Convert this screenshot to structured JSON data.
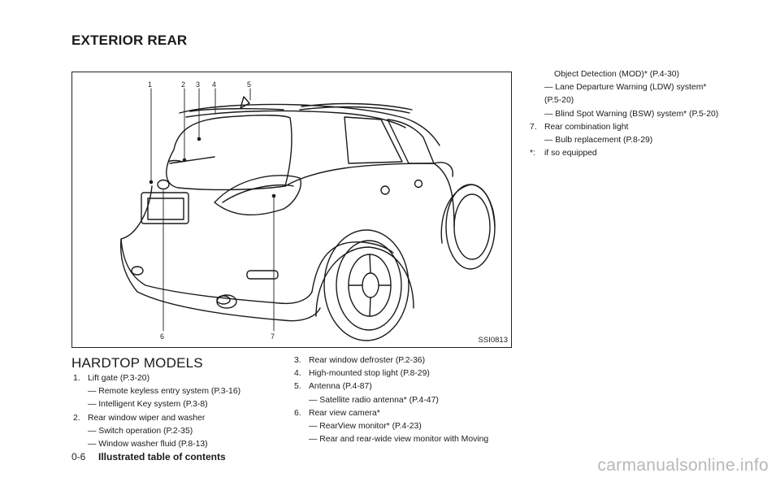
{
  "section_title": "EXTERIOR REAR",
  "figure": {
    "callouts": [
      "1",
      "2",
      "3",
      "4",
      "5",
      "6",
      "7"
    ],
    "code": "SSI0813"
  },
  "subheading": "HARDTOP MODELS",
  "column1": [
    {
      "num": "1.",
      "text": "Lift gate (P.3-20)",
      "subs": [
        "— Remote keyless entry system (P.3-16)",
        "— Intelligent Key system (P.3-8)"
      ]
    },
    {
      "num": "2.",
      "text": "Rear window wiper and washer",
      "subs": [
        "— Switch operation (P.2-35)",
        "— Window washer fluid (P.8-13)"
      ]
    }
  ],
  "column2": [
    {
      "num": "3.",
      "text": "Rear window defroster (P.2-36)"
    },
    {
      "num": "4.",
      "text": "High-mounted stop light (P.8-29)"
    },
    {
      "num": "5.",
      "text": "Antenna (P.4-87)"
    },
    {
      "sub": "— Satellite radio antenna* (P.4-47)"
    },
    {
      "num": "6.",
      "text": "Rear view camera*"
    },
    {
      "sub": "— RearView monitor* (P.4-23)"
    },
    {
      "sub": "— Rear and rear-wide view monitor with Moving"
    }
  ],
  "column3": [
    {
      "cont": "Object Detection (MOD)* (P.4-30)"
    },
    {
      "sub": "— Lane Departure Warning (LDW) system*"
    },
    {
      "cont": "(P.5-20)"
    },
    {
      "sub": "— Blind Spot Warning (BSW) system* (P.5-20)"
    },
    {
      "num": "7.",
      "text": "Rear combination light"
    },
    {
      "sub": "— Bulb replacement (P.8-29)"
    },
    {
      "num": "*:",
      "text": "if so equipped"
    }
  ],
  "footer": {
    "page_number": "0-6",
    "title": "Illustrated table of contents"
  },
  "watermark": "carmanualsonline.info"
}
